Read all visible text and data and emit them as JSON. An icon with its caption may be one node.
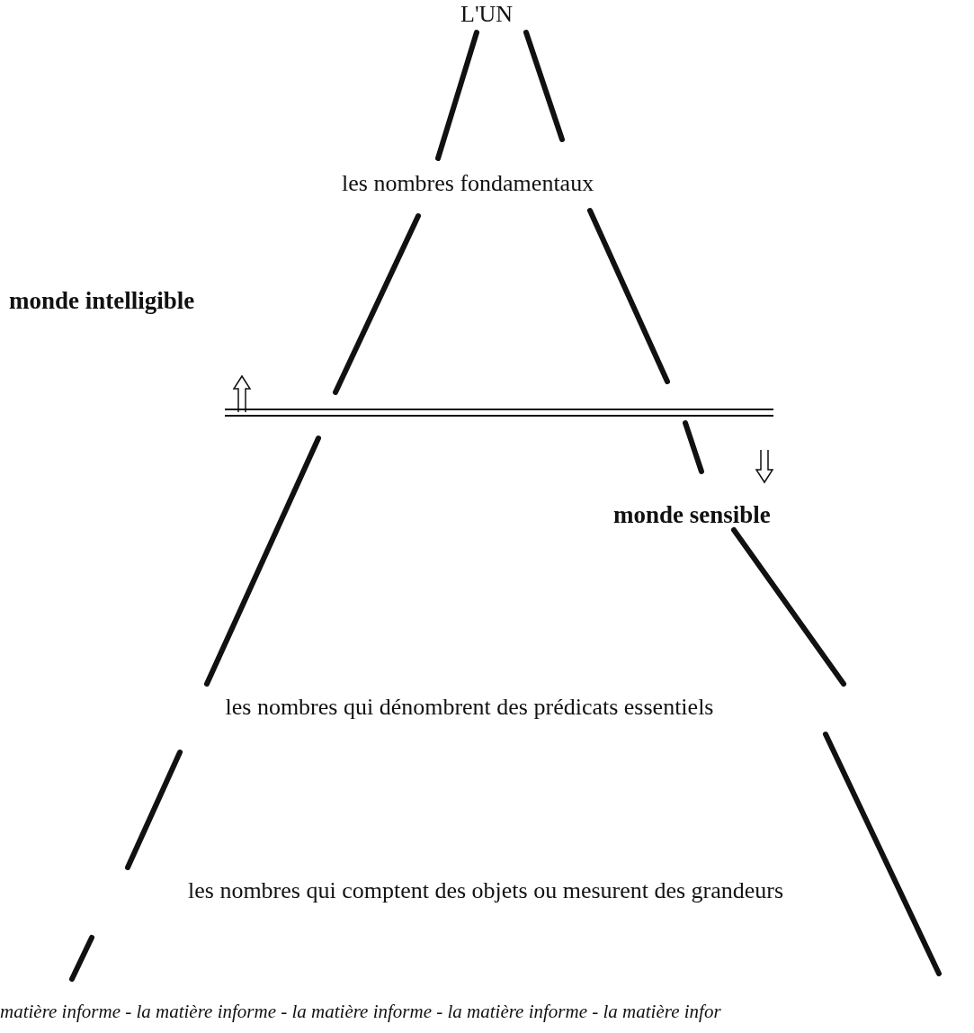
{
  "diagram": {
    "labels": [
      "L'UN",
      "les nombres fondamentaux",
      "monde intelligible",
      "monde sensible",
      "les nombres qui dénombrent des prédicats essentiels",
      "les nombres qui comptent des objets ou mesurent des grandeurs",
      "matière informe - la matière informe - la matière informe - la matière informe - la matière infor"
    ]
  }
}
